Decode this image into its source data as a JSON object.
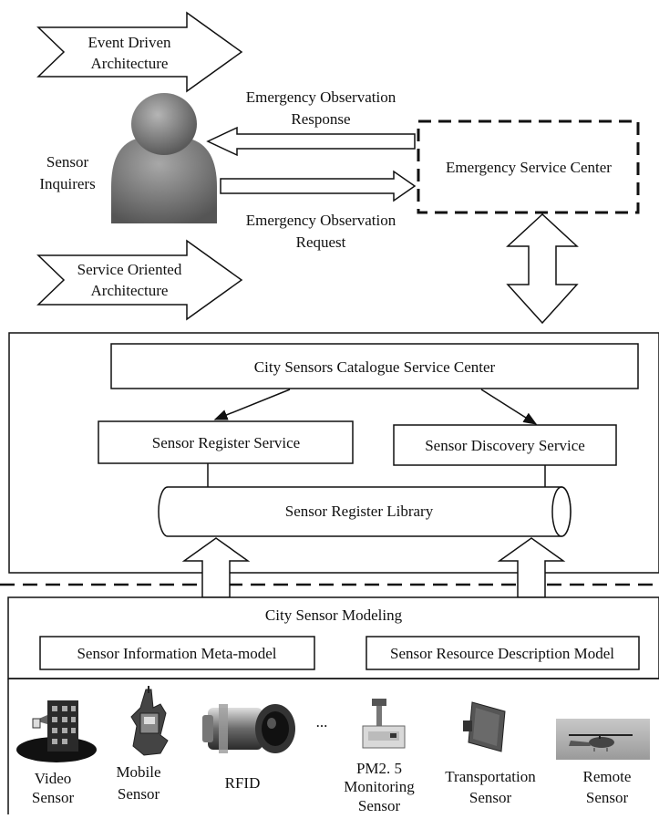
{
  "top": {
    "eda_arrow": {
      "line1": "Event Driven",
      "line2": "Architecture"
    },
    "soa_arrow": {
      "line1": "Service Oriented",
      "line2": "Architecture"
    },
    "inquirers": {
      "line1": "Sensor",
      "line2": "Inquirers"
    },
    "response": {
      "line1": "Emergency Observation",
      "line2": "Response"
    },
    "request": {
      "line1": "Emergency Observation",
      "line2": "Request"
    },
    "service_center": "Emergency Service Center"
  },
  "catalogue": {
    "center": "City Sensors Catalogue Service Center",
    "register_service": "Sensor Register Service",
    "discovery_service": "Sensor Discovery Service",
    "library": "Sensor Register Library"
  },
  "modeling": {
    "title": "City Sensor Modeling",
    "meta_model": "Sensor Information Meta-model",
    "resource_model": "Sensor Resource Description Model"
  },
  "sensors": {
    "ellipsis": "...",
    "video": {
      "line1": "Video",
      "line2": "Sensor"
    },
    "mobile": {
      "line1": "Mobile",
      "line2": "Sensor"
    },
    "rfid": "RFID",
    "pm25": {
      "line1": "PM2. 5",
      "line2": "Monitoring",
      "line3": "Sensor"
    },
    "transportation": {
      "line1": "Transportation",
      "line2": "Sensor"
    },
    "remote": {
      "line1": "Remote",
      "line2": "Sensor"
    }
  }
}
